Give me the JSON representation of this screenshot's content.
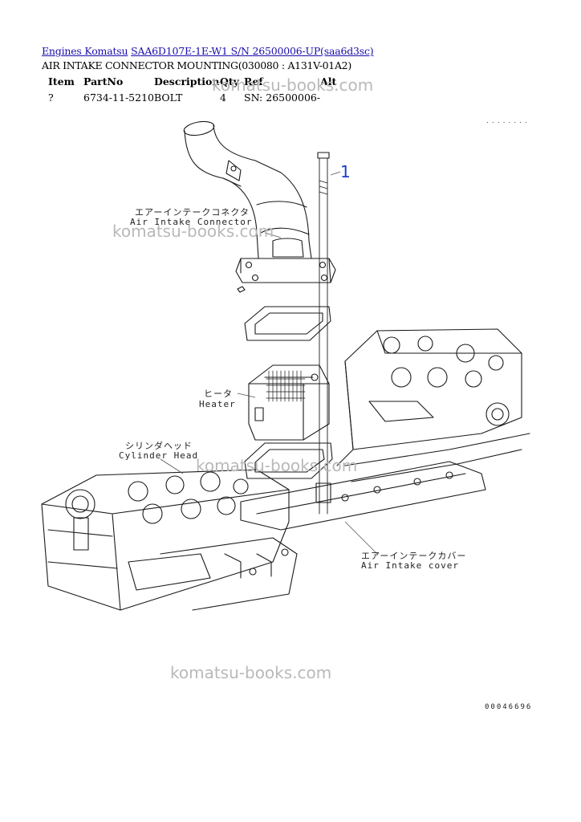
{
  "breadcrumb": {
    "link1": "Engines Komatsu",
    "link2": "SAA6D107E-1E-W1 S/N 26500006-UP(saa6d3sc)"
  },
  "page_title": "AIR INTAKE CONNECTOR MOUNTING(030080 : A131V-01A2)",
  "table": {
    "headers": [
      "Item",
      "PartNo",
      "Description",
      "Qty",
      "Ref",
      "Alt"
    ],
    "rows": [
      {
        "item": "?",
        "partno": "6734-11-5210",
        "description": "BOLT",
        "qty": "4",
        "ref": "SN: 26500006-",
        "alt": ""
      }
    ]
  },
  "watermark": "komatsu-books.com",
  "diagram": {
    "callout_number": "1",
    "labels": {
      "connector_jp": "エアーインテークコネクタ",
      "connector_en": "Air Intake Connector",
      "heater_jp": "ヒータ",
      "heater_en": "Heater",
      "head_jp": "シリンダヘッド",
      "head_en": "Cylinder Head",
      "cover_jp": "エアーインテークカバー",
      "cover_en": "Air Intake cover"
    },
    "figure_number": "00046696",
    "top_marks": "........"
  }
}
